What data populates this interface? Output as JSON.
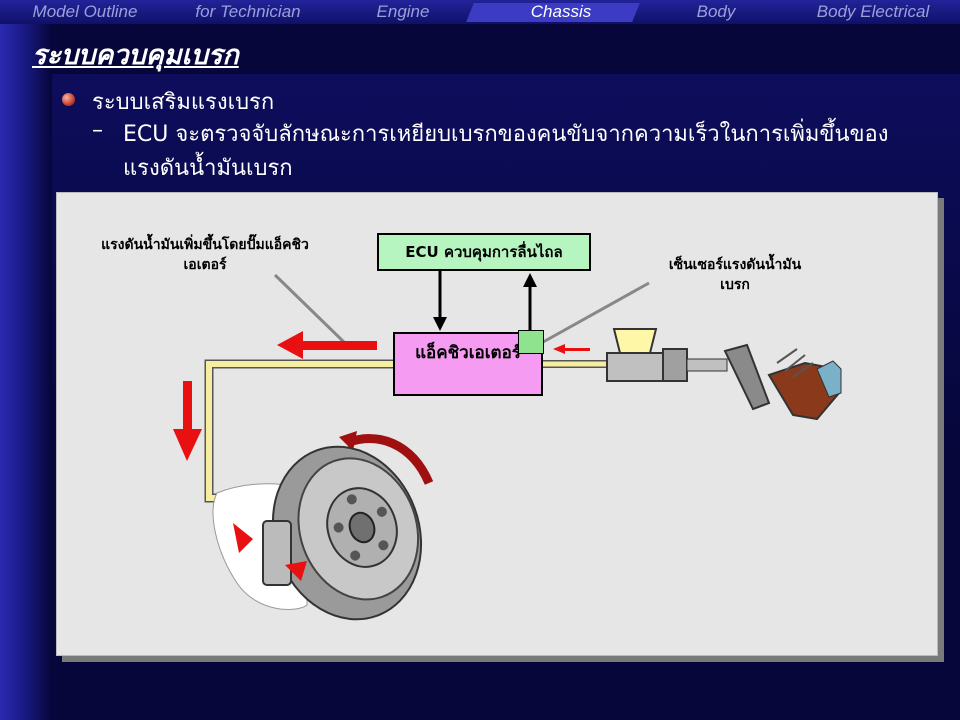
{
  "nav": {
    "tabs": [
      {
        "label": "Model Outline",
        "active": false
      },
      {
        "label": "for Technician",
        "active": false
      },
      {
        "label": "Engine",
        "active": false
      },
      {
        "label": "Chassis",
        "active": true
      },
      {
        "label": "Body",
        "active": false
      },
      {
        "label": "Body Electrical",
        "active": false
      }
    ]
  },
  "slide": {
    "title": "ระบบควบคุมเบรก",
    "bullet": "ระบบเสริมแรงเบรก",
    "dash": "–",
    "sub_bullet": "ECU จะตรวจจับลักษณะการเหยียบเบรกของคนขับจากความเร็วในการเพิ่มขึ้นของแรงดันน้ำมันเบรก"
  },
  "diagram": {
    "pump_label": "แรงดันน้ำมันเพิ่มขึ้นโดยปั๊มแอ็คชิวเอเตอร์",
    "ecu_label": "ECU ควบคุมการลื่นไถล",
    "sensor_label": "เซ็นเซอร์แรงดันน้ำมันเบรก",
    "actuator_label": "แอ็คชิวเอเตอร์"
  },
  "colors": {
    "background": "#06063a",
    "arrow": "#e81010",
    "ecu_box": "#b6f5c0",
    "actuator_box": "#f59cf2",
    "brake_line": "#f5eea0"
  }
}
